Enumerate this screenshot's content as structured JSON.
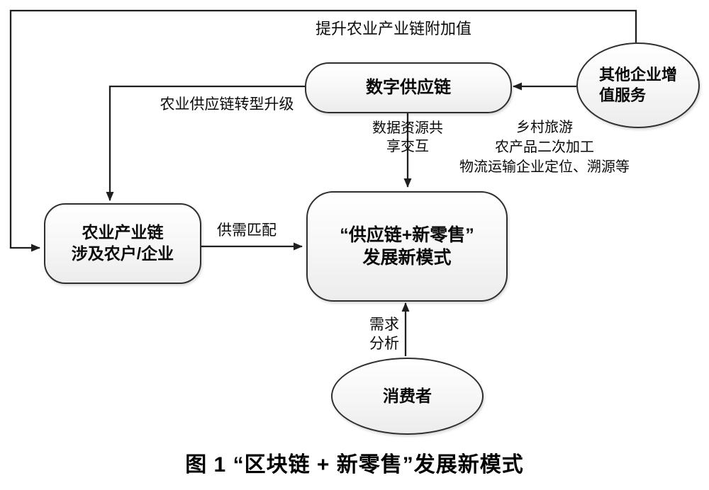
{
  "figure": {
    "caption": "图 1 “区块链 + 新零售”发展新模式"
  },
  "nodes": {
    "digital_supply_chain": "数字供应链",
    "other_enterprise_services": "其他企业增\n值服务",
    "agricultural_industry_chain": "农业产业链\n涉及农户/企业",
    "new_retail_model": "“供应链+新零售”\n发展新模式",
    "consumer": "消费者"
  },
  "edge_labels": {
    "enhance_value": "提升农业产业链附加值",
    "chain_upgrade": "农业供应链转型升级",
    "data_sharing": "数据资源共\n享交互",
    "supply_demand_matching": "供需匹配",
    "demand_analysis": "需求\n分析"
  },
  "annotations": {
    "service_examples": "乡村旅游\n农产品二次加工\n物流运输企业定位、溯源等"
  },
  "colors": {
    "line": "#1f1f1f",
    "node_border": "#2f2f2f",
    "node_fill": "#f4f4f4",
    "background": "#ffffff",
    "text": "#0a0a0a"
  }
}
